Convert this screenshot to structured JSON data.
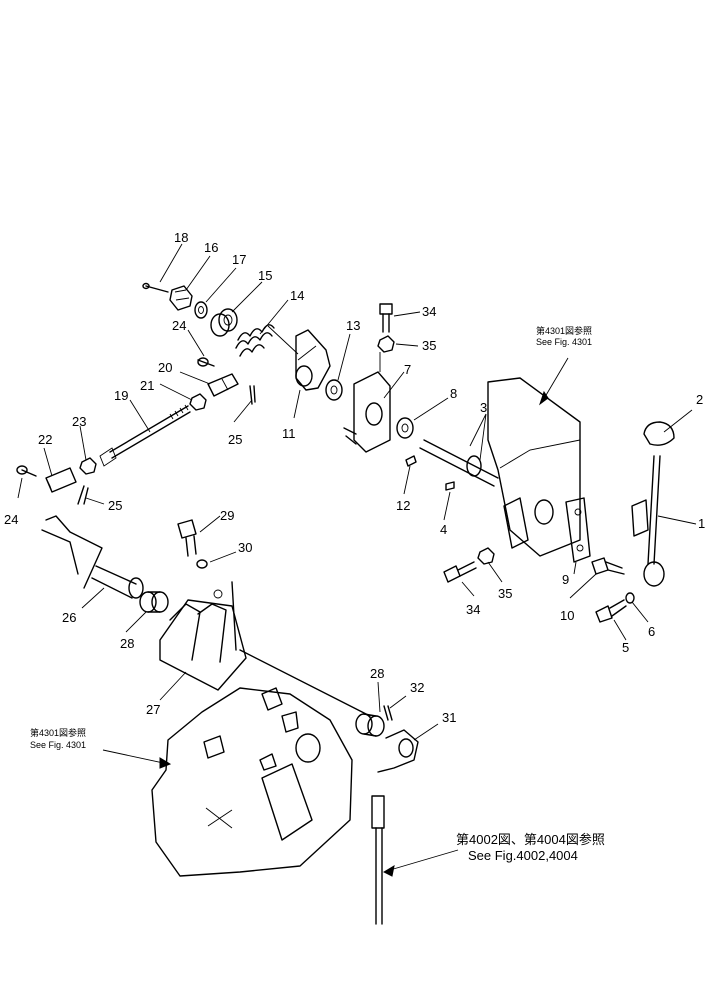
{
  "diagram": {
    "callouts": [
      {
        "id": "c1",
        "label": "1"
      },
      {
        "id": "c2",
        "label": "2"
      },
      {
        "id": "c3",
        "label": "3"
      },
      {
        "id": "c4",
        "label": "4"
      },
      {
        "id": "c5",
        "label": "5"
      },
      {
        "id": "c6",
        "label": "6"
      },
      {
        "id": "c7",
        "label": "7"
      },
      {
        "id": "c8",
        "label": "8"
      },
      {
        "id": "c9",
        "label": "9"
      },
      {
        "id": "c10",
        "label": "10"
      },
      {
        "id": "c11",
        "label": "11"
      },
      {
        "id": "c12",
        "label": "12"
      },
      {
        "id": "c13",
        "label": "13"
      },
      {
        "id": "c14",
        "label": "14"
      },
      {
        "id": "c15",
        "label": "15"
      },
      {
        "id": "c16",
        "label": "16"
      },
      {
        "id": "c17",
        "label": "17"
      },
      {
        "id": "c18",
        "label": "18"
      },
      {
        "id": "c19",
        "label": "19"
      },
      {
        "id": "c20",
        "label": "20"
      },
      {
        "id": "c21",
        "label": "21"
      },
      {
        "id": "c22",
        "label": "22"
      },
      {
        "id": "c23",
        "label": "23"
      },
      {
        "id": "c24a",
        "label": "24"
      },
      {
        "id": "c24b",
        "label": "24"
      },
      {
        "id": "c25a",
        "label": "25"
      },
      {
        "id": "c25b",
        "label": "25"
      },
      {
        "id": "c26",
        "label": "26"
      },
      {
        "id": "c27",
        "label": "27"
      },
      {
        "id": "c28a",
        "label": "28"
      },
      {
        "id": "c28b",
        "label": "28"
      },
      {
        "id": "c29",
        "label": "29"
      },
      {
        "id": "c30",
        "label": "30"
      },
      {
        "id": "c31",
        "label": "31"
      },
      {
        "id": "c32",
        "label": "32"
      },
      {
        "id": "c34a",
        "label": "34"
      },
      {
        "id": "c34b",
        "label": "34"
      },
      {
        "id": "c35a",
        "label": "35"
      },
      {
        "id": "c35b",
        "label": "35"
      }
    ],
    "references": {
      "top_right": {
        "jp": "第4301図参照",
        "en": "See Fig. 4301"
      },
      "left": {
        "jp": "第4301図参照",
        "en": "See Fig. 4301"
      },
      "bottom": {
        "jp": "第4002図、第4004図参照",
        "en": "See Fig.4002,4004"
      }
    }
  }
}
